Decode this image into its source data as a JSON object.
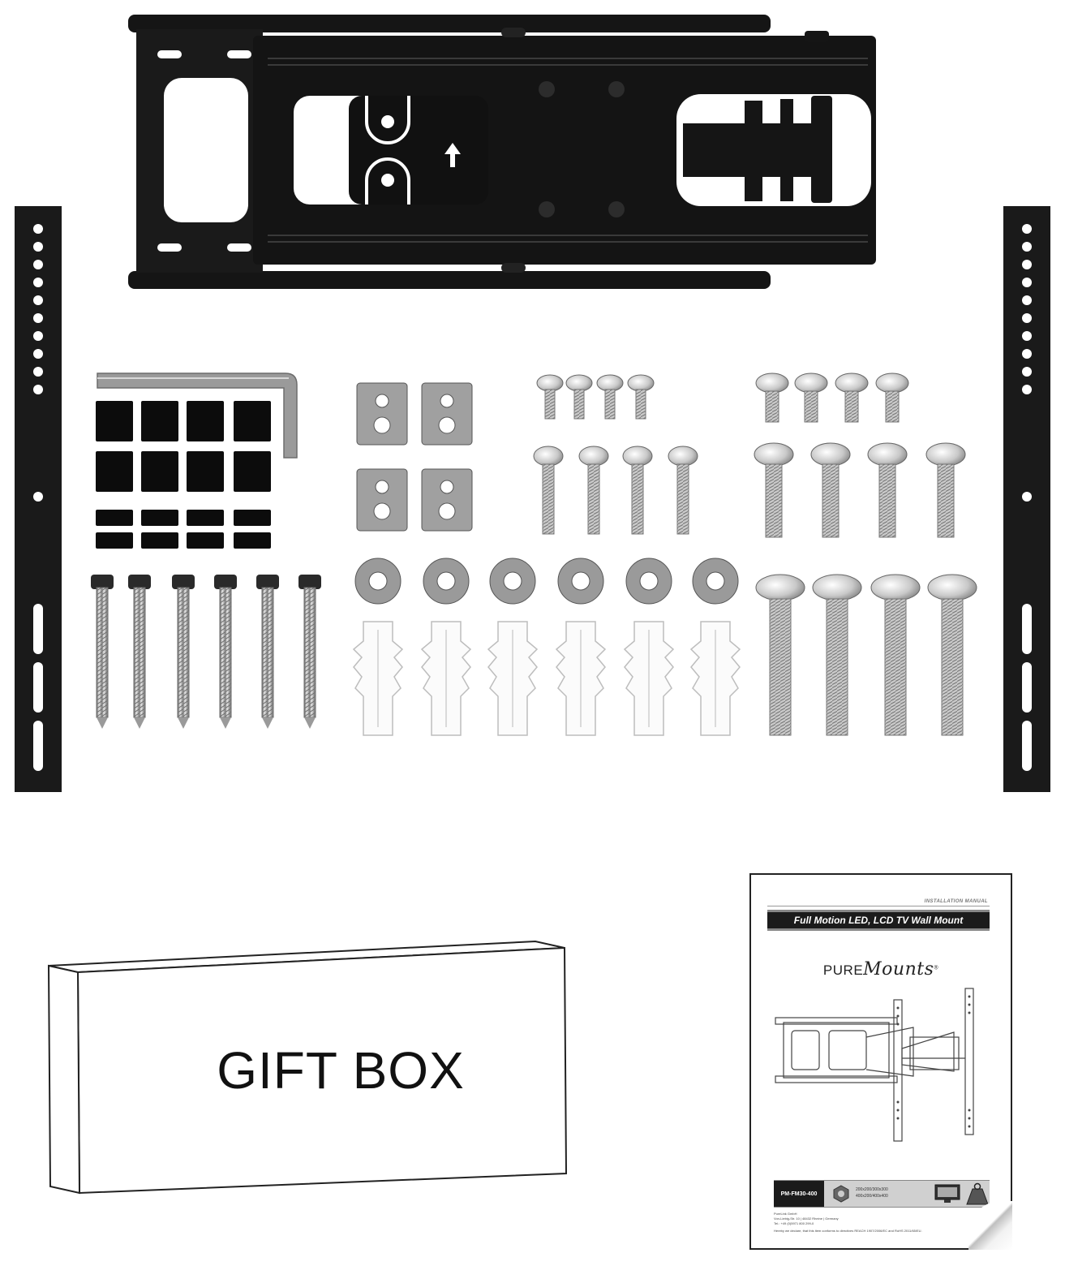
{
  "gift_box": {
    "label": "GIFT BOX"
  },
  "manual": {
    "kicker": "INSTALLATION MANUAL",
    "title": "Full Motion LED, LCD TV Wall Mount",
    "brand_prefix": "PURE",
    "brand_script": "Mounts",
    "brand_reg": "®",
    "model": "PM-FM30-400",
    "vesa_line1": "200x200/300x300",
    "vesa_line2": "400x200/400x400",
    "company": "PureLink GmbH",
    "address": "Von-Liebig-Str. 10 | 48432 Rheine | Germany",
    "phone": "Tel.: +49 (0)5971 800 299-0",
    "declaration": "Hereby we declare, that this item conforms to directives REACH 1907/2006/EC and RoHS 2011/65/EU."
  }
}
